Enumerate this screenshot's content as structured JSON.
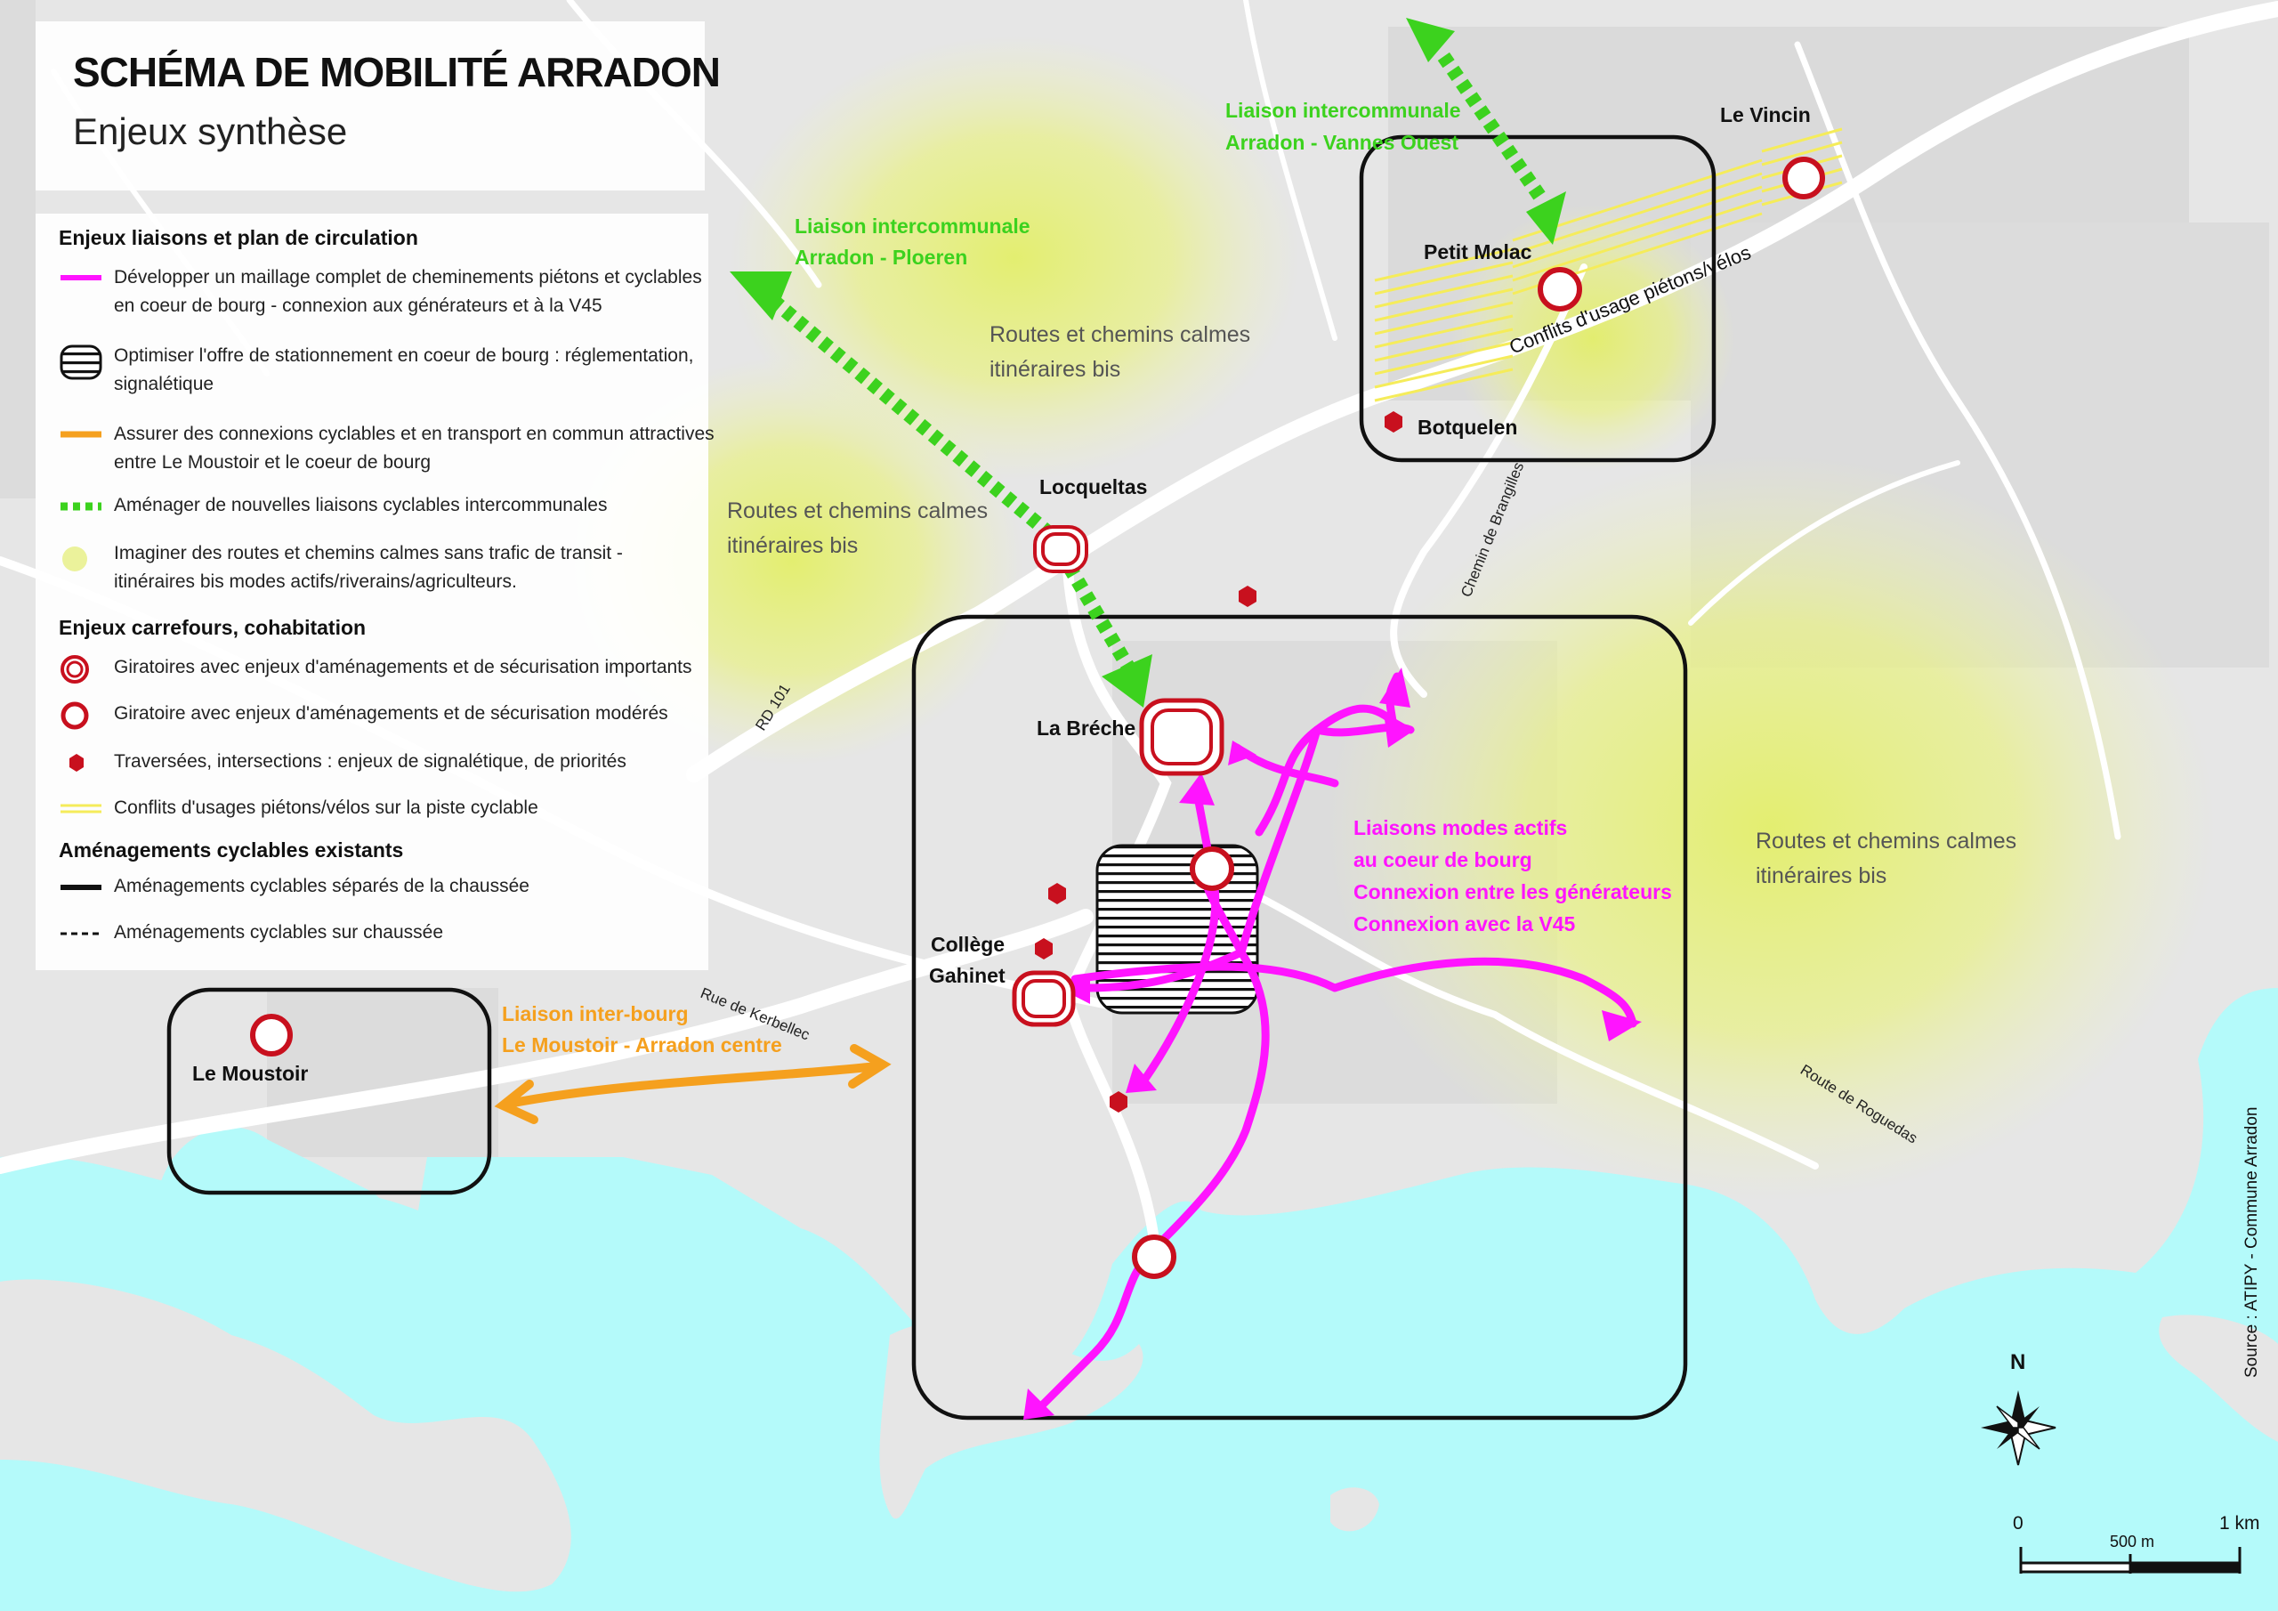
{
  "title": "SCHÉMA DE MOBILITÉ ARRADON",
  "subtitle": "Enjeux synthèse",
  "legend": {
    "section1": "Enjeux liaisons et plan de circulation",
    "items1": [
      {
        "icon": "magenta-line",
        "line1": "Développer un maillage complet de cheminements piétons et cyclables",
        "line2": "en coeur de bourg - connexion aux générateurs et à la V45"
      },
      {
        "icon": "hatched-parking",
        "line1": "Optimiser l'offre de stationnement en coeur de bourg : réglementation,",
        "line2": "signalétique"
      },
      {
        "icon": "orange-line",
        "line1": "Assurer des connexions cyclables et en transport en commun attractives",
        "line2": "entre Le Moustoir et le coeur de bourg"
      },
      {
        "icon": "green-dashed-line",
        "line1": "Aménager de nouvelles liaisons cyclables intercommunales",
        "line2": ""
      },
      {
        "icon": "yellow-halo",
        "line1": "Imaginer des routes et chemins calmes sans trafic de transit -",
        "line2": "itinéraires bis modes actifs/riverains/agriculteurs."
      }
    ],
    "section2": "Enjeux carrefours, cohabitation",
    "items2": [
      {
        "icon": "double-ring",
        "line1": "Giratoires avec enjeux d'aménagements et de sécurisation  importants"
      },
      {
        "icon": "single-ring",
        "line1": "Giratoire avec enjeux d'aménagements et de sécurisation modérés"
      },
      {
        "icon": "red-hexagon",
        "line1": "Traversées, intersections : enjeux de signalétique, de priorités"
      },
      {
        "icon": "yellow-double-line",
        "line1": "Conflits d'usages piétons/vélos sur la piste cyclable"
      }
    ],
    "section3": "Aménagements cyclables existants",
    "items3": [
      {
        "icon": "black-solid-line",
        "line1": "Aménagements cyclables séparés de la chaussée"
      },
      {
        "icon": "black-dashed-line",
        "line1": "Aménagements cyclables sur chaussée"
      }
    ]
  },
  "places": {
    "le_vincin": "Le Vincin",
    "petit_molac": "Petit Molac",
    "botquelen": "Botquelen",
    "locqueltas": "Locqueltas",
    "la_breche": "La Bréche",
    "college_1": "Collège",
    "college_2": "Gahinet",
    "le_moustoir": "Le Moustoir"
  },
  "roads": {
    "rd101": "RD 101",
    "kerbellec": "Rue de Kerbellec",
    "brangilles": "Chemin de Brangilles",
    "roguedas": "Route de Roguedas"
  },
  "annotations": {
    "ploeren_1": "Liaison intercommunale",
    "ploeren_2": "Arradon - Ploeren",
    "vannes_1": "Liaison intercommunale",
    "vannes_2": "Arradon - Vannes Ouest",
    "calm_1a": "Routes et chemins calmes",
    "calm_1b": "itinéraires bis",
    "calm_2a": "Routes et chemins calmes",
    "calm_2b": "itinéraires bis",
    "calm_3a": "Routes et chemins calmes",
    "calm_3b": "itinéraires bis",
    "conflicts": "Conflits d'usage piétons/vélos",
    "actifs_1": "Liaisons modes actifs",
    "actifs_2": "au coeur de bourg",
    "actifs_3": "Connexion entre les générateurs",
    "actifs_4": "Connexion avec la V45",
    "interbourg_1": "Liaison inter-bourg",
    "interbourg_2": "Le Moustoir - Arradon centre"
  },
  "north": "N",
  "scale": {
    "zero": "0",
    "mid": "500 m",
    "end": "1 km"
  },
  "source": "Source : ATIPY - Commune Arradon",
  "colors": {
    "land": "#e6e6e6",
    "water": "#b4fafa",
    "halo": "#e8f08a",
    "magenta": "#ff14ff",
    "green": "#3cd21e",
    "orange": "#f5a01e",
    "red": "#c8101e",
    "yellow_conflict": "#f5ec5a"
  }
}
